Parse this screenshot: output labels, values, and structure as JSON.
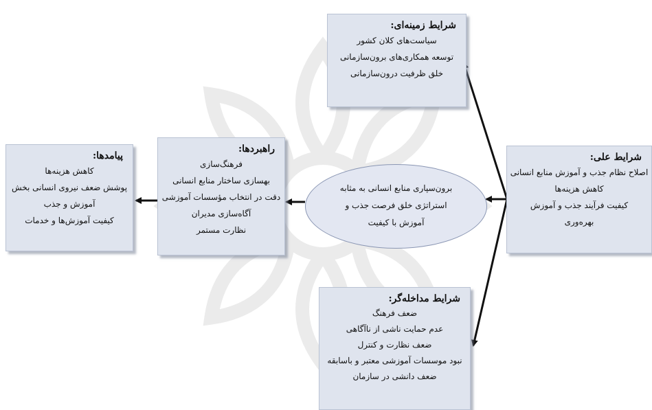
{
  "core": {
    "lines": [
      "برون‌سپاری منابع انسانی به مثابه",
      "استراتژی خلق فرصت جذب و",
      "آموزش با کیفیت"
    ]
  },
  "causal": {
    "title": "شرایط علی:",
    "lines": [
      "اصلاح نظام جذب و آموزش منابع انسانی",
      "کاهش هزینه‌ها",
      "کیفیت فرآیند جذب و آموزش",
      "بهره‌وری"
    ]
  },
  "context": {
    "title": "شرایط زمینه‌ای:",
    "lines": [
      "سیاست‌های کلان کشور",
      "توسعه همکاری‌های برون‌سازمانی",
      "خلق ظرفیت درون‌سازمانی"
    ]
  },
  "intervening": {
    "title": "شرایط مداخله‌گر:",
    "lines": [
      "ضعف فرهنگ",
      "عدم حمایت ناشی از ناآگاهی",
      "ضعف نظارت و کنترل",
      "نبود موسسات آموزشی معتبر و باسابقه",
      "ضعف دانشی در سازمان"
    ]
  },
  "strategies": {
    "title": "راهبردها:",
    "lines": [
      "فرهنگ‌سازی",
      "بهسازی ساختار منابع انسانی",
      "دقت در انتخاب مؤسسات آموزشی",
      "آگاه‌سازی مدیران",
      "نظارت مستمر"
    ]
  },
  "outcomes": {
    "title": "پیامدها:",
    "lines": [
      "کاهش هزینه‌ها",
      "پوشش ضعف نیروی انسانی بخش",
      "آموزش و جذب",
      "کیفیت آموزش‌ها و خدمات"
    ]
  },
  "colors": {
    "box_fill": "#dfe4ee",
    "ellipse_fill": "#e3e7f2",
    "arrow": "#111111",
    "watermark": "#e9e9e9"
  }
}
